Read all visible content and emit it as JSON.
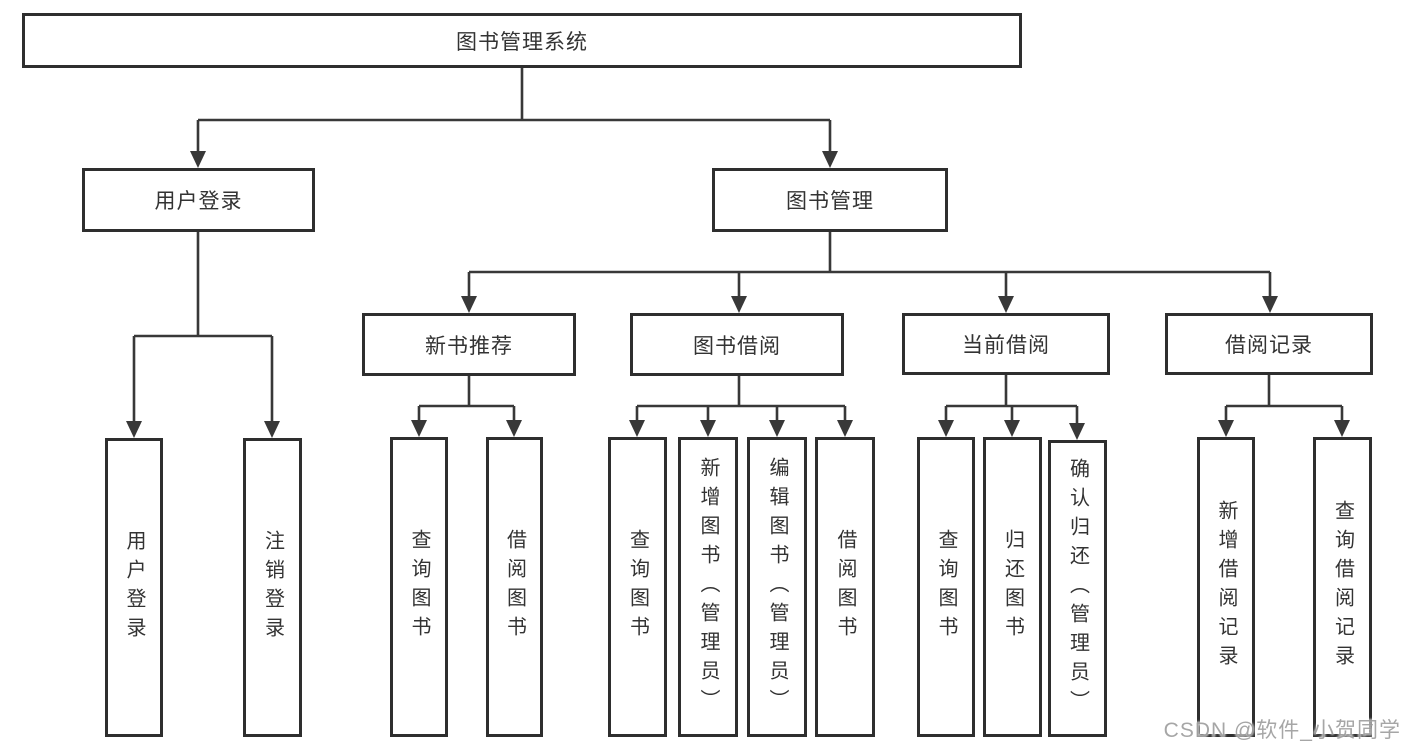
{
  "diagram_type": "hierarchy-tree",
  "nodes": {
    "system": "图书管理系统",
    "user_login": "用户登录",
    "book_management": "图书管理",
    "new_book_recommend": "新书推荐",
    "book_borrowing": "图书借阅",
    "current_borrowing": "当前借阅",
    "borrowing_records": "借阅记录",
    "leaf_user_login": "用户登录",
    "leaf_logout": "注销登录",
    "nbr_query_books": "查询图书",
    "nbr_borrow_books": "借阅图书",
    "bb_query_books": "查询图书",
    "bb_add_books": "新增图书（管理员）",
    "bb_edit_books": "编辑图书（管理员）",
    "bb_borrow_books": "借阅图书",
    "cb_query_books": "查询图书",
    "cb_return_books": "归还图书",
    "cb_confirm_return": "确认归还（管理员）",
    "br_add_record": "新增借阅记录",
    "br_query_record": "查询借阅记录"
  },
  "hierarchy": {
    "图书管理系统": {
      "用户登录": [
        "用户登录",
        "注销登录"
      ],
      "图书管理": {
        "新书推荐": [
          "查询图书",
          "借阅图书"
        ],
        "图书借阅": [
          "查询图书",
          "新增图书（管理员）",
          "编辑图书（管理员）",
          "借阅图书"
        ],
        "当前借阅": [
          "查询图书",
          "归还图书",
          "确认归还（管理员）"
        ],
        "借阅记录": [
          "新增借阅记录",
          "查询借阅记录"
        ]
      }
    }
  },
  "watermark": {
    "text": "CSDN @软件_小贺同学"
  },
  "colors": {
    "background": "#ffffff",
    "box_border": "#2e2e2e",
    "line": "#383838",
    "text": "#333333",
    "watermark": "#969696"
  }
}
